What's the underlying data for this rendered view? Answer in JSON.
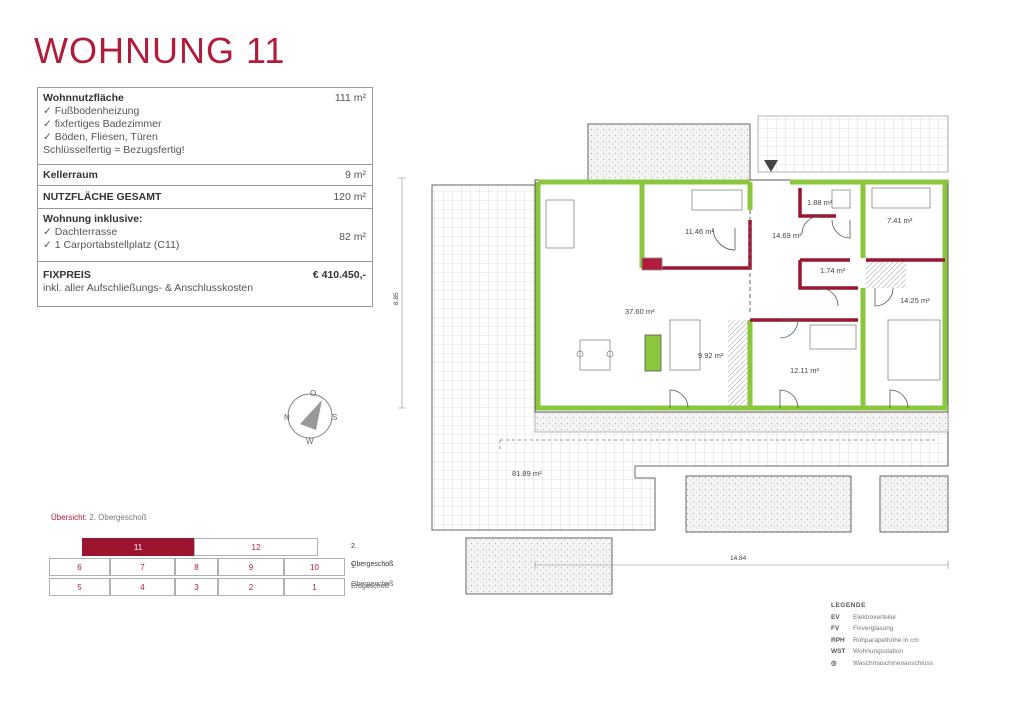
{
  "title": "WOHNUNG 11",
  "info": {
    "wohnnutzflaeche_label": "Wohnnutzfläche",
    "wohnnutzflaeche_value": "111 m²",
    "features": [
      "✓   Fußbodenheizung",
      "✓   fixfertiges Badezimmer",
      "✓   Böden, Fliesen, Türen"
    ],
    "schluesselfertig": "Schlüsselfertig = Bezugsfertig!",
    "kellerraum_label": "Kellerraum",
    "kellerraum_value": "9 m²",
    "nutzflaeche_label": "NUTZFLÄCHE GESAMT",
    "nutzflaeche_value": "120 m²",
    "inklusive_label": "Wohnung inklusive:",
    "inklusive_items": [
      "✓   Dachterrasse",
      "✓   1 Carportabstellplatz (C11)"
    ],
    "dachterrasse_value": "82 m²",
    "fixpreis_label": "FIXPREIS",
    "fixpreis_value": "€ 410.450,-",
    "fixpreis_note": "inkl. aller Aufschließungs- & Anschlusskosten"
  },
  "plan": {
    "areas": {
      "living": "37.60 m²",
      "kitchen": "9.92 m²",
      "room1": "11.46 m²",
      "hall": "14.69 m²",
      "wc": "1.88 m²",
      "bath": "7.41 m²",
      "storage": "1.74 m²",
      "bedroom": "14.25 m²",
      "room2": "12.11 m²",
      "terrace": "81.89 m²"
    },
    "dim_height": "8.85",
    "dim_width": "14.84"
  },
  "compass": {
    "n": "N",
    "s": "S",
    "w": "W",
    "o": "O"
  },
  "overview": {
    "label": "Übersicht:",
    "floor": "2. Obergeschoß",
    "rows": [
      {
        "label": "2. Obergeschoß",
        "cells": [
          "11",
          "12"
        ]
      },
      {
        "label": "1. Obergeschoß",
        "cells": [
          "6",
          "7",
          "8",
          "9",
          "10"
        ]
      },
      {
        "label": "Erdgeschoß",
        "cells": [
          "5",
          "4",
          "3",
          "2",
          "1"
        ]
      }
    ]
  },
  "legend": {
    "title": "LEGENDE",
    "items": [
      {
        "key": "EV",
        "text": "Elektroverteiler"
      },
      {
        "key": "FV",
        "text": "Fixverglasung"
      },
      {
        "key": "RPH",
        "text": "Rohparapethöhe in cm"
      },
      {
        "key": "WST",
        "text": "Wohnungsstation"
      },
      {
        "key": "",
        "text": "Waschmaschinenanschluss"
      }
    ]
  },
  "colors": {
    "brand": "#b01c3a",
    "wall_green": "#8cc63f",
    "wall_red": "#9c1530"
  }
}
